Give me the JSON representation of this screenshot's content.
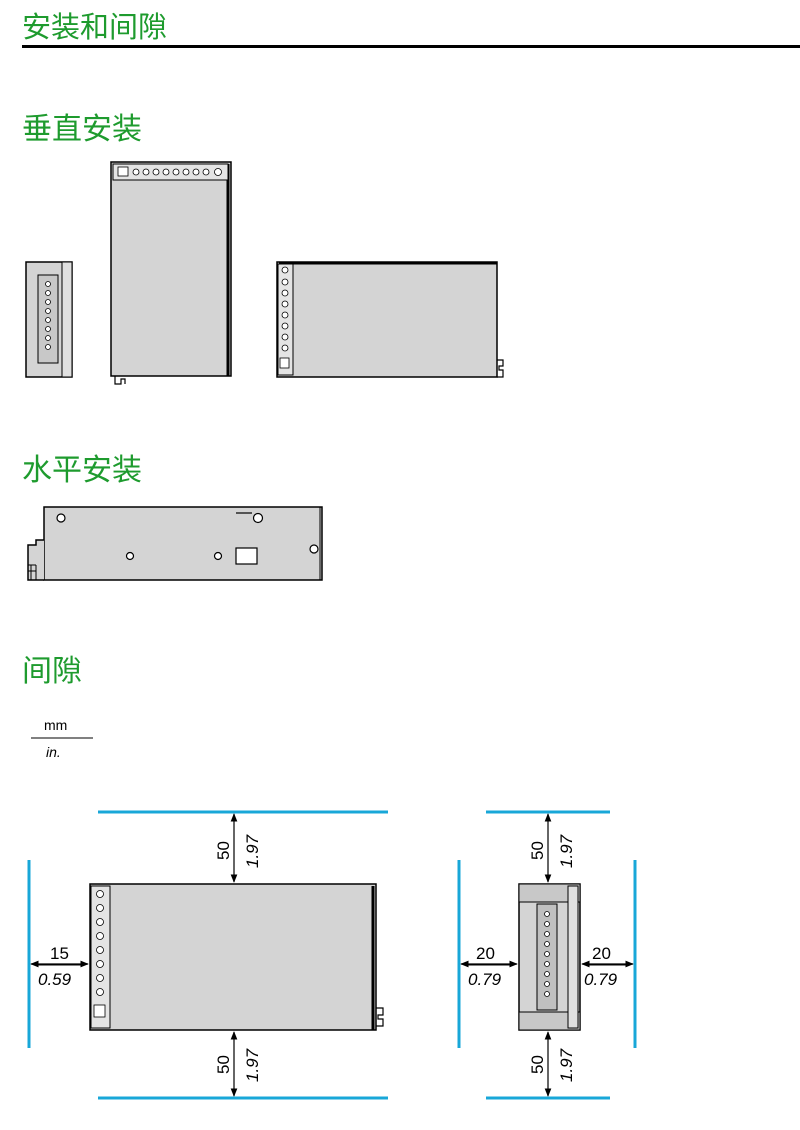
{
  "page_title": "安装和间隙",
  "sections": {
    "vertical_mounting": "垂直安装",
    "horizontal_mounting": "水平安装",
    "clearance": "间隙"
  },
  "units": {
    "mm": "mm",
    "in": "in."
  },
  "dimensions": {
    "top_mm": "50",
    "top_in": "1.97",
    "bottom_mm": "50",
    "bottom_in": "1.97",
    "left_mm": "15",
    "left_in": "0.59",
    "narrow_top_mm": "50",
    "narrow_top_in": "1.97",
    "narrow_bottom_mm": "50",
    "narrow_bottom_in": "1.97",
    "narrow_left_mm": "20",
    "narrow_left_in": "0.79",
    "narrow_right_mm": "20",
    "narrow_right_in": "0.79"
  },
  "colors": {
    "heading": "#1e9b2e",
    "device_fill": "#d4d4d4",
    "clearance_line": "#18a7d8",
    "rule": "#000000"
  }
}
